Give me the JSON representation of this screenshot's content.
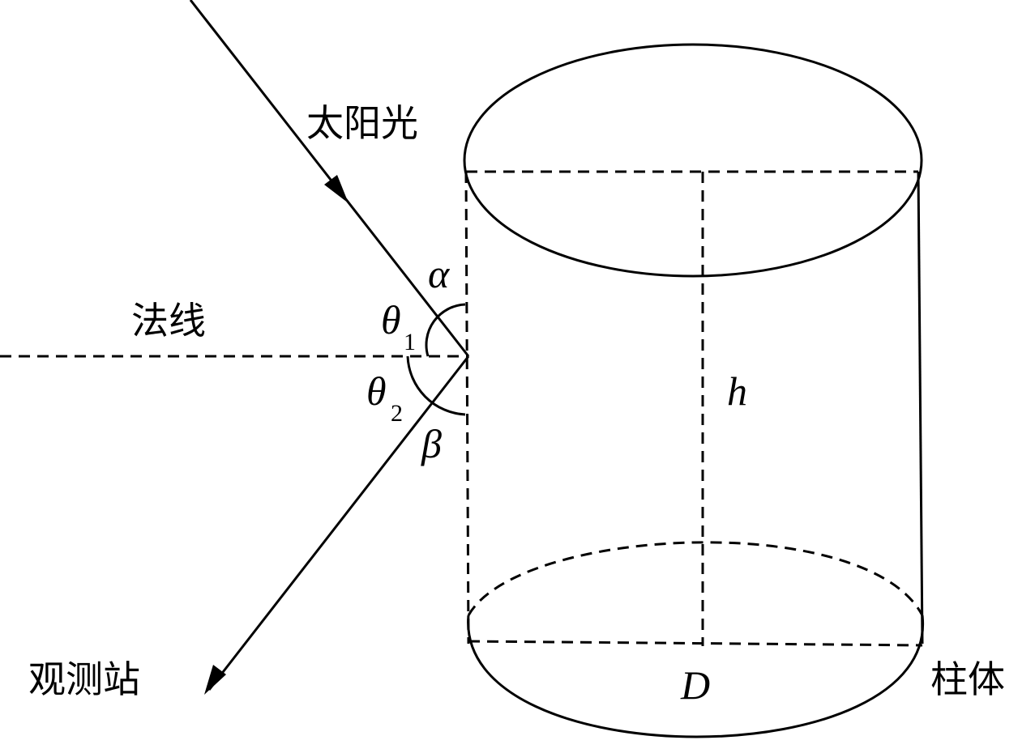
{
  "labels": {
    "sunlight": "太阳光",
    "normal": "法线",
    "station": "观测站",
    "column": "柱体"
  },
  "symbols": {
    "alpha": "α",
    "beta": "β",
    "theta": "θ",
    "theta1_sub": "1",
    "theta2_sub": "2",
    "height": "h",
    "diameter": "D"
  },
  "colors": {
    "stroke": "#000000",
    "background": "#ffffff"
  }
}
